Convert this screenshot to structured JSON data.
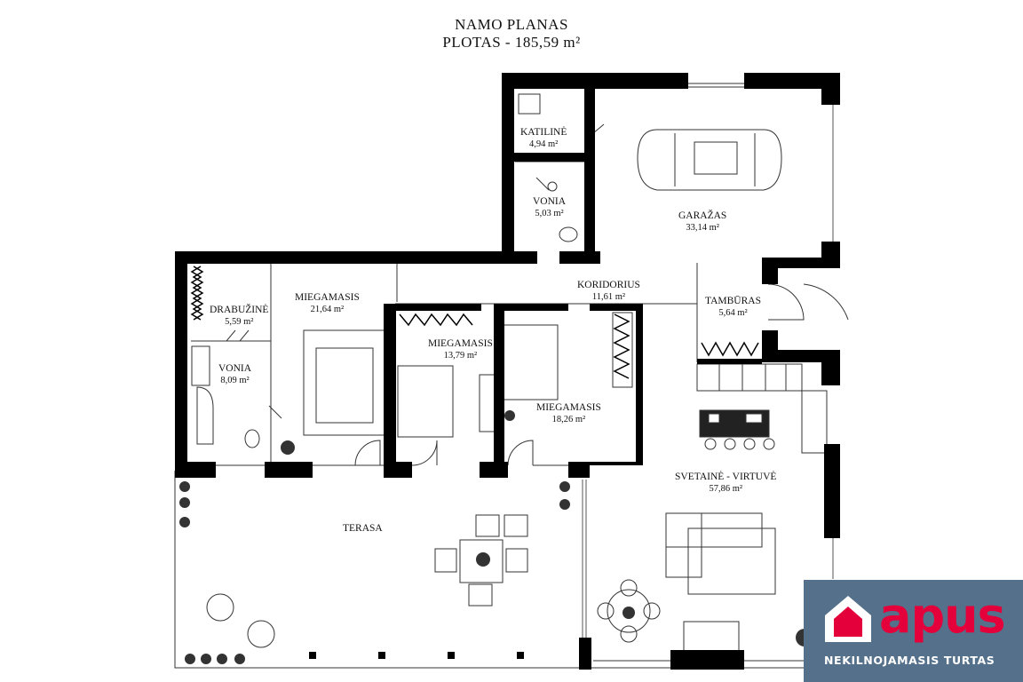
{
  "plan": {
    "title": "NAMO PLANAS",
    "area_line": "PLOTAS - 185,59 m²"
  },
  "rooms": [
    {
      "name": "KATILINĖ",
      "area": "4,94 m²"
    },
    {
      "name": "VONIA",
      "area": "5,03 m²"
    },
    {
      "name": "GARAŽAS",
      "area": "33,14 m²"
    },
    {
      "name": "KORIDORIUS",
      "area": "11,61 m²"
    },
    {
      "name": "TAMBŪRAS",
      "area": "5,64 m²"
    },
    {
      "name": "DRABUŽINĖ",
      "area": "5,59 m²"
    },
    {
      "name": "MIEGAMASIS",
      "area": "21,64 m²"
    },
    {
      "name": "VONIA",
      "area": "8,09 m²"
    },
    {
      "name": "MIEGAMASIS",
      "area": "13,79 m²"
    },
    {
      "name": "MIEGAMASIS",
      "area": "18,26 m²"
    },
    {
      "name": "SVETAINĖ - VIRTUVĖ",
      "area": "57,86 m²"
    },
    {
      "name": "TERASA",
      "area": ""
    }
  ],
  "brand": {
    "name": "apus",
    "tagline": "NEKILNOJAMASIS TURTAS",
    "color_bg": "#54708a",
    "color_accent": "#e4003a"
  }
}
